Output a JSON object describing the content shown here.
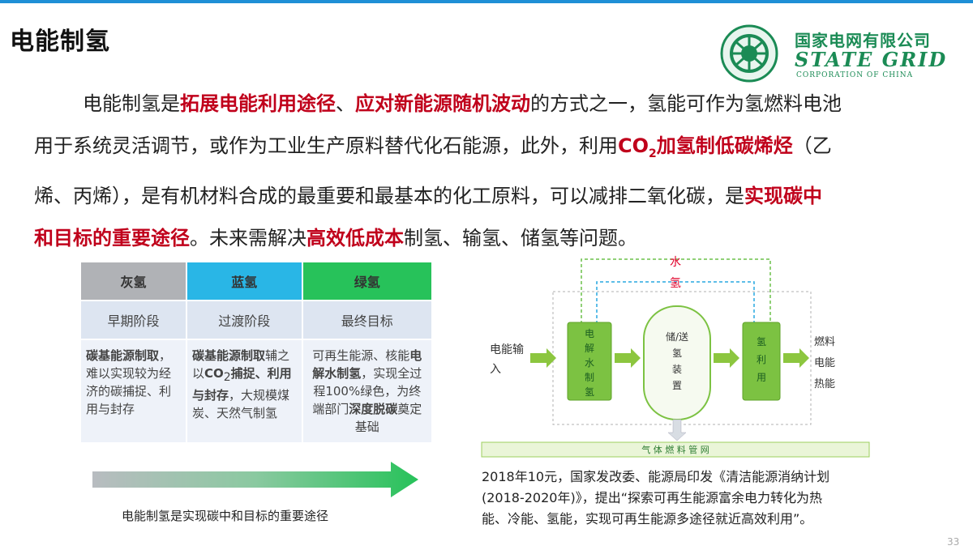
{
  "title": "电能制氢",
  "logo": {
    "cn": "国家电网有限公司",
    "en": "STATE GRID",
    "sub": "CORPORATION OF CHINA",
    "brand_color": "#1b8b55"
  },
  "paragraph": {
    "line1": [
      {
        "t": "电能制氢是",
        "red": false
      },
      {
        "t": "拓展电能利用途径",
        "red": true
      },
      {
        "t": "、",
        "red": false
      },
      {
        "t": "应对新能源随机波动",
        "red": true
      },
      {
        "t": "的方式之一，氢能可作为氢燃料电池",
        "red": false
      }
    ],
    "line2a": "用于系统灵活调节，或作为工业生产原料替代化石能源，此外，利用",
    "line2b_co": "CO",
    "line2b_sub": "2",
    "line2c": "加氢制低碳烯烃",
    "line2d": "（乙",
    "line3a": "烯、丙烯），是有机材料合成的最重要和最基本的化工原料，可以减排二氧化碳，是",
    "line3b": "实现碳中",
    "line4a": "和目标的重要途径",
    "line4b": "。未来需解决",
    "line4c": "高效低成本",
    "line4d": "制氢、输氢、储氢等问题。"
  },
  "hydrogen_table": {
    "headers": [
      "灰氢",
      "蓝氢",
      "绿氢"
    ],
    "header_colors": [
      "#b0b2b6",
      "#29b6e6",
      "#27c25a"
    ],
    "stages": [
      "早期阶段",
      "过渡阶段",
      "最终目标"
    ],
    "gray_desc": {
      "bold": "碳基能源制取",
      "rest": "，难以实现较为经济的碳捕捉、利用与封存"
    },
    "blue_desc": {
      "bold1": "碳基能源制取",
      "plain1": "辅之以",
      "bold2": "CO",
      "sub": "2",
      "bold3": "捕捉、利用与封存",
      "rest": "，大规模煤炭、天然气制氢"
    },
    "green_desc": {
      "plain1": "可再生能源、核能",
      "bold1": "电解水制氢",
      "plain2": "，实现全过程100%绿色，为终端部门",
      "bold2": "深度脱碳",
      "plain3": "奠定基础"
    }
  },
  "caption_left": "电能制氢是实现碳中和目标的重要途径",
  "diagram": {
    "input1": "电能输",
    "input2": "入",
    "loop_water": "水",
    "loop_h2": "氢",
    "box1": [
      "电",
      "解",
      "水",
      "制",
      "氢"
    ],
    "box2": [
      "储/送",
      "氢",
      "装",
      "置"
    ],
    "box3": [
      "氢",
      "利",
      "用"
    ],
    "outputs": [
      "燃料",
      "电能",
      "热能"
    ],
    "pipeline": "气 体 燃 料 管 网"
  },
  "caption_right": {
    "line1": "2018年10元，国家发改委、能源局印发《清洁能源消纳计划",
    "line2": "(2018-2020年)》，提出“探索可再生能源富余电力转化为热",
    "line3": "能、冷能、氢能，实现可再生能源多途径就近高效利用”。"
  },
  "page_number": "33"
}
